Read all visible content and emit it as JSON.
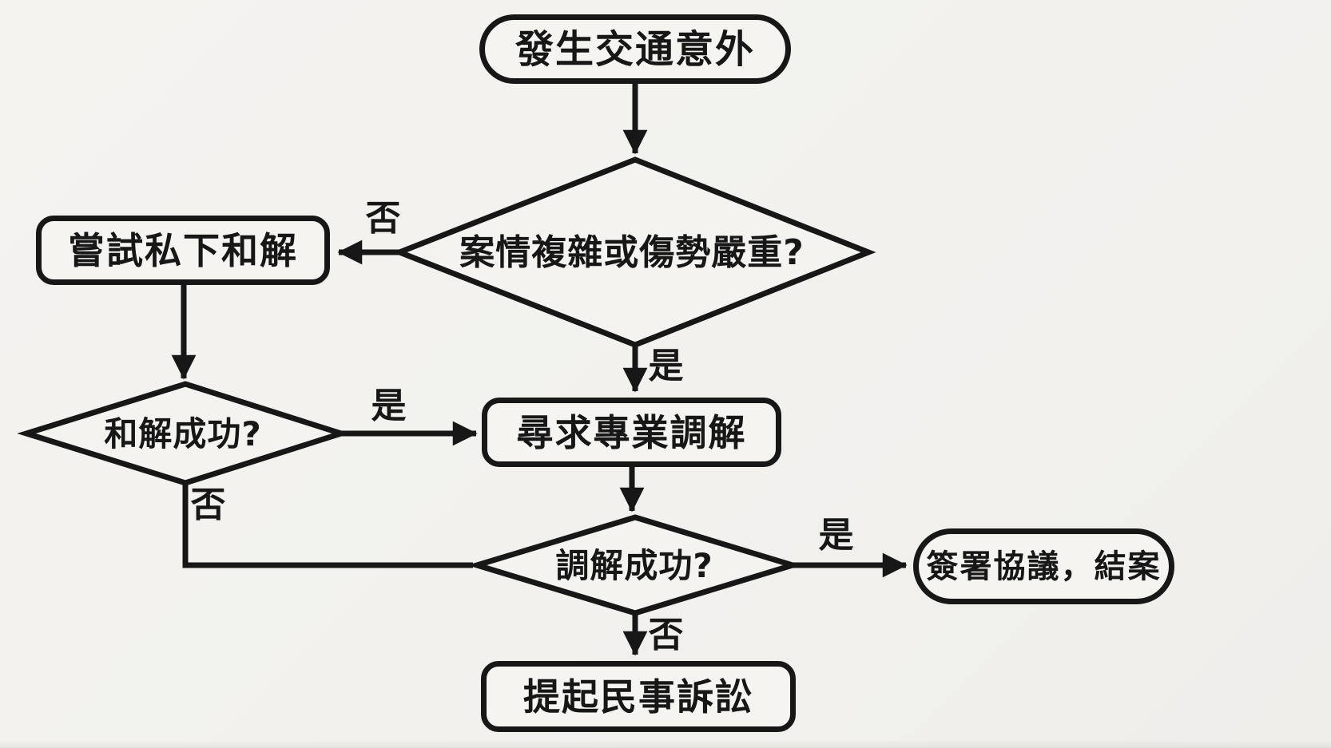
{
  "colors": {
    "background": "#f2f1ee",
    "line": "#171717",
    "text": "#171717"
  },
  "nodes": {
    "start": {
      "label": "發生交通意外",
      "type": "stadium"
    },
    "complex_decision": {
      "label": "案情複雜或傷勢嚴重?",
      "type": "diamond"
    },
    "private_settlement": {
      "label": "嘗試私下和解",
      "type": "rounded-rect"
    },
    "settlement_decision": {
      "label": "和解成功?",
      "type": "diamond"
    },
    "mediation": {
      "label": "尋求專業調解",
      "type": "rounded-rect"
    },
    "mediation_decision": {
      "label": "調解成功?",
      "type": "diamond"
    },
    "sign_close": {
      "label": "簽署協議，結案",
      "type": "stadium"
    },
    "lawsuit": {
      "label": "提起民事訴訟",
      "type": "rounded-rect"
    }
  },
  "edges": [
    {
      "from": "start",
      "to": "complex_decision",
      "label": ""
    },
    {
      "from": "complex_decision",
      "to": "private_settlement",
      "label": "否"
    },
    {
      "from": "complex_decision",
      "to": "mediation",
      "label": "是"
    },
    {
      "from": "private_settlement",
      "to": "settlement_decision",
      "label": ""
    },
    {
      "from": "settlement_decision",
      "to": "mediation",
      "label": "是"
    },
    {
      "from": "settlement_decision",
      "to": "mediation_decision",
      "label": "否"
    },
    {
      "from": "mediation",
      "to": "mediation_decision",
      "label": ""
    },
    {
      "from": "mediation_decision",
      "to": "sign_close",
      "label": "是"
    },
    {
      "from": "mediation_decision",
      "to": "lawsuit",
      "label": "否"
    }
  ]
}
